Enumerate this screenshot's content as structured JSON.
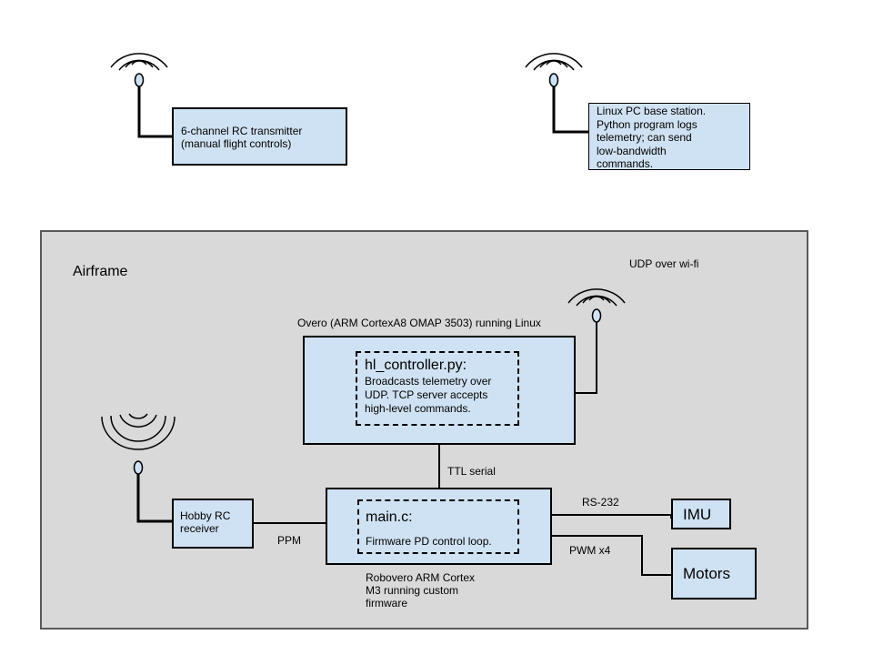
{
  "transmitter": {
    "label": "6-channel RC transmitter\n(manual flight controls)"
  },
  "base_station": {
    "label": "Linux PC base station.\nPython program logs\ntelemetry; can send\nlow-bandwidth\ncommands."
  },
  "airframe": {
    "title": "Airframe",
    "udp_label": "UDP over wi-fi",
    "overo_caption": "Overo (ARM CortexA8 OMAP 3503) running Linux",
    "hl_controller": {
      "title": "hl_controller.py:",
      "body": "Broadcasts telemetry over\nUDP. TCP server accepts\nhigh-level commands."
    },
    "ttl_label": "TTL serial",
    "receiver_label": "Hobby RC\nreceiver",
    "ppm_label": "PPM",
    "main_c": {
      "title": "main.c:",
      "body": "Firmware PD control loop."
    },
    "robovero_caption": "Robovero ARM Cortex\nM3 running custom\nfirmware",
    "rs232_label": "RS-232",
    "pwm_label": "PWM x4",
    "imu_label": "IMU",
    "motors_label": "Motors"
  },
  "colors": {
    "box_fill": "#cfe2f3",
    "frame_fill": "#d9d9d9",
    "stroke": "#000000"
  },
  "icons": [
    "antenna-icon"
  ]
}
